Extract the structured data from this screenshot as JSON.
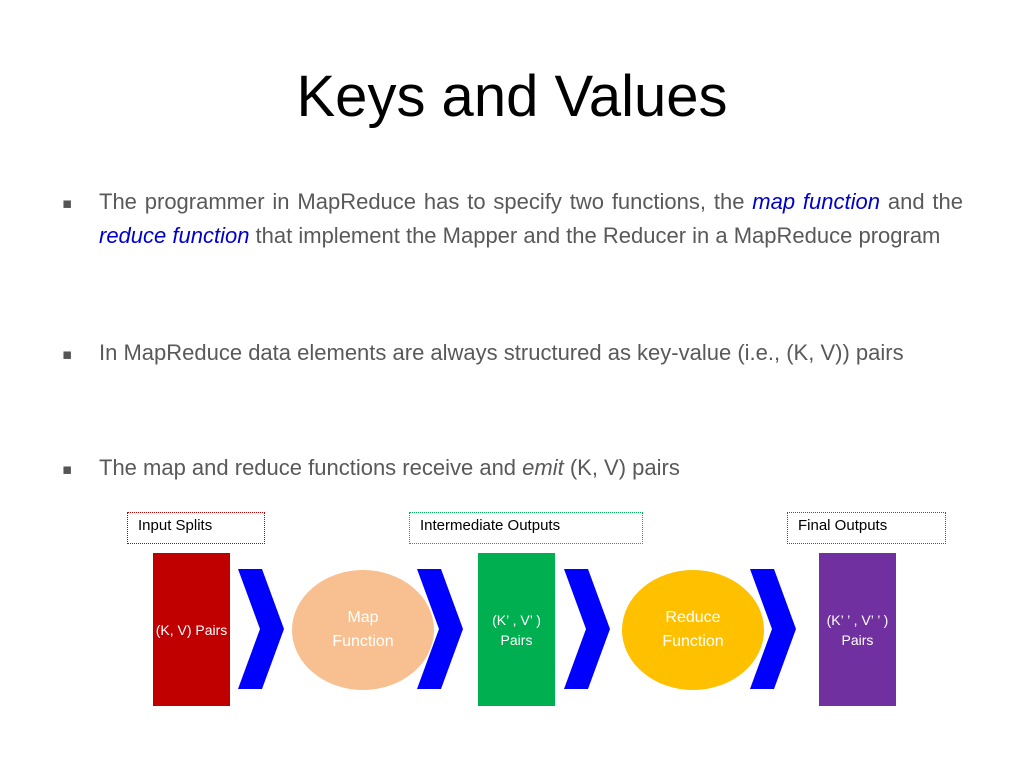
{
  "slide": {
    "title": "Keys and Values",
    "bullets": [
      {
        "segments": [
          {
            "text": "The programmer in MapReduce has to specify two functions, the ",
            "style": "plain"
          },
          {
            "text": "map function",
            "style": "em-blue"
          },
          {
            "text": " and the ",
            "style": "plain"
          },
          {
            "text": "reduce function",
            "style": "em-blue"
          },
          {
            "text": " that implement the Mapper and the Reducer in a MapReduce program",
            "style": "plain"
          }
        ]
      },
      {
        "segments": [
          {
            "text": "In MapReduce data elements are always structured as key-value (i.e., (K, V)) pairs",
            "style": "plain"
          }
        ]
      },
      {
        "segments": [
          {
            "text": "The map and reduce functions receive and ",
            "style": "plain"
          },
          {
            "text": "emit",
            "style": "em-plain"
          },
          {
            "text": " (K, V) pairs",
            "style": "plain"
          }
        ]
      }
    ]
  },
  "diagram": {
    "labels": {
      "input_splits": "Input Splits",
      "intermediate_outputs": "Intermediate Outputs",
      "final_outputs": "Final Outputs"
    },
    "input_pairs": "(K, V) Pairs",
    "map_function": {
      "line1": "Map",
      "line2": "Function"
    },
    "intermediate_pairs": {
      "line1": "(K’ , V’ )",
      "line2": "Pairs"
    },
    "reduce_function": {
      "line1": "Reduce",
      "line2": "Function"
    },
    "final_pairs": {
      "line1": "(K’ ’ , V’ ’ )",
      "line2": "Pairs"
    },
    "colors": {
      "input_rect": "#c00000",
      "map_ellipse": "#f8c090",
      "intermediate_rect": "#00b050",
      "reduce_ellipse": "#ffc000",
      "final_rect": "#7030a0",
      "chevron": "#0000ff",
      "input_label_border": "#c00000",
      "intermediate_label_border": "#00b050",
      "final_label_border": "#7030a0"
    }
  }
}
